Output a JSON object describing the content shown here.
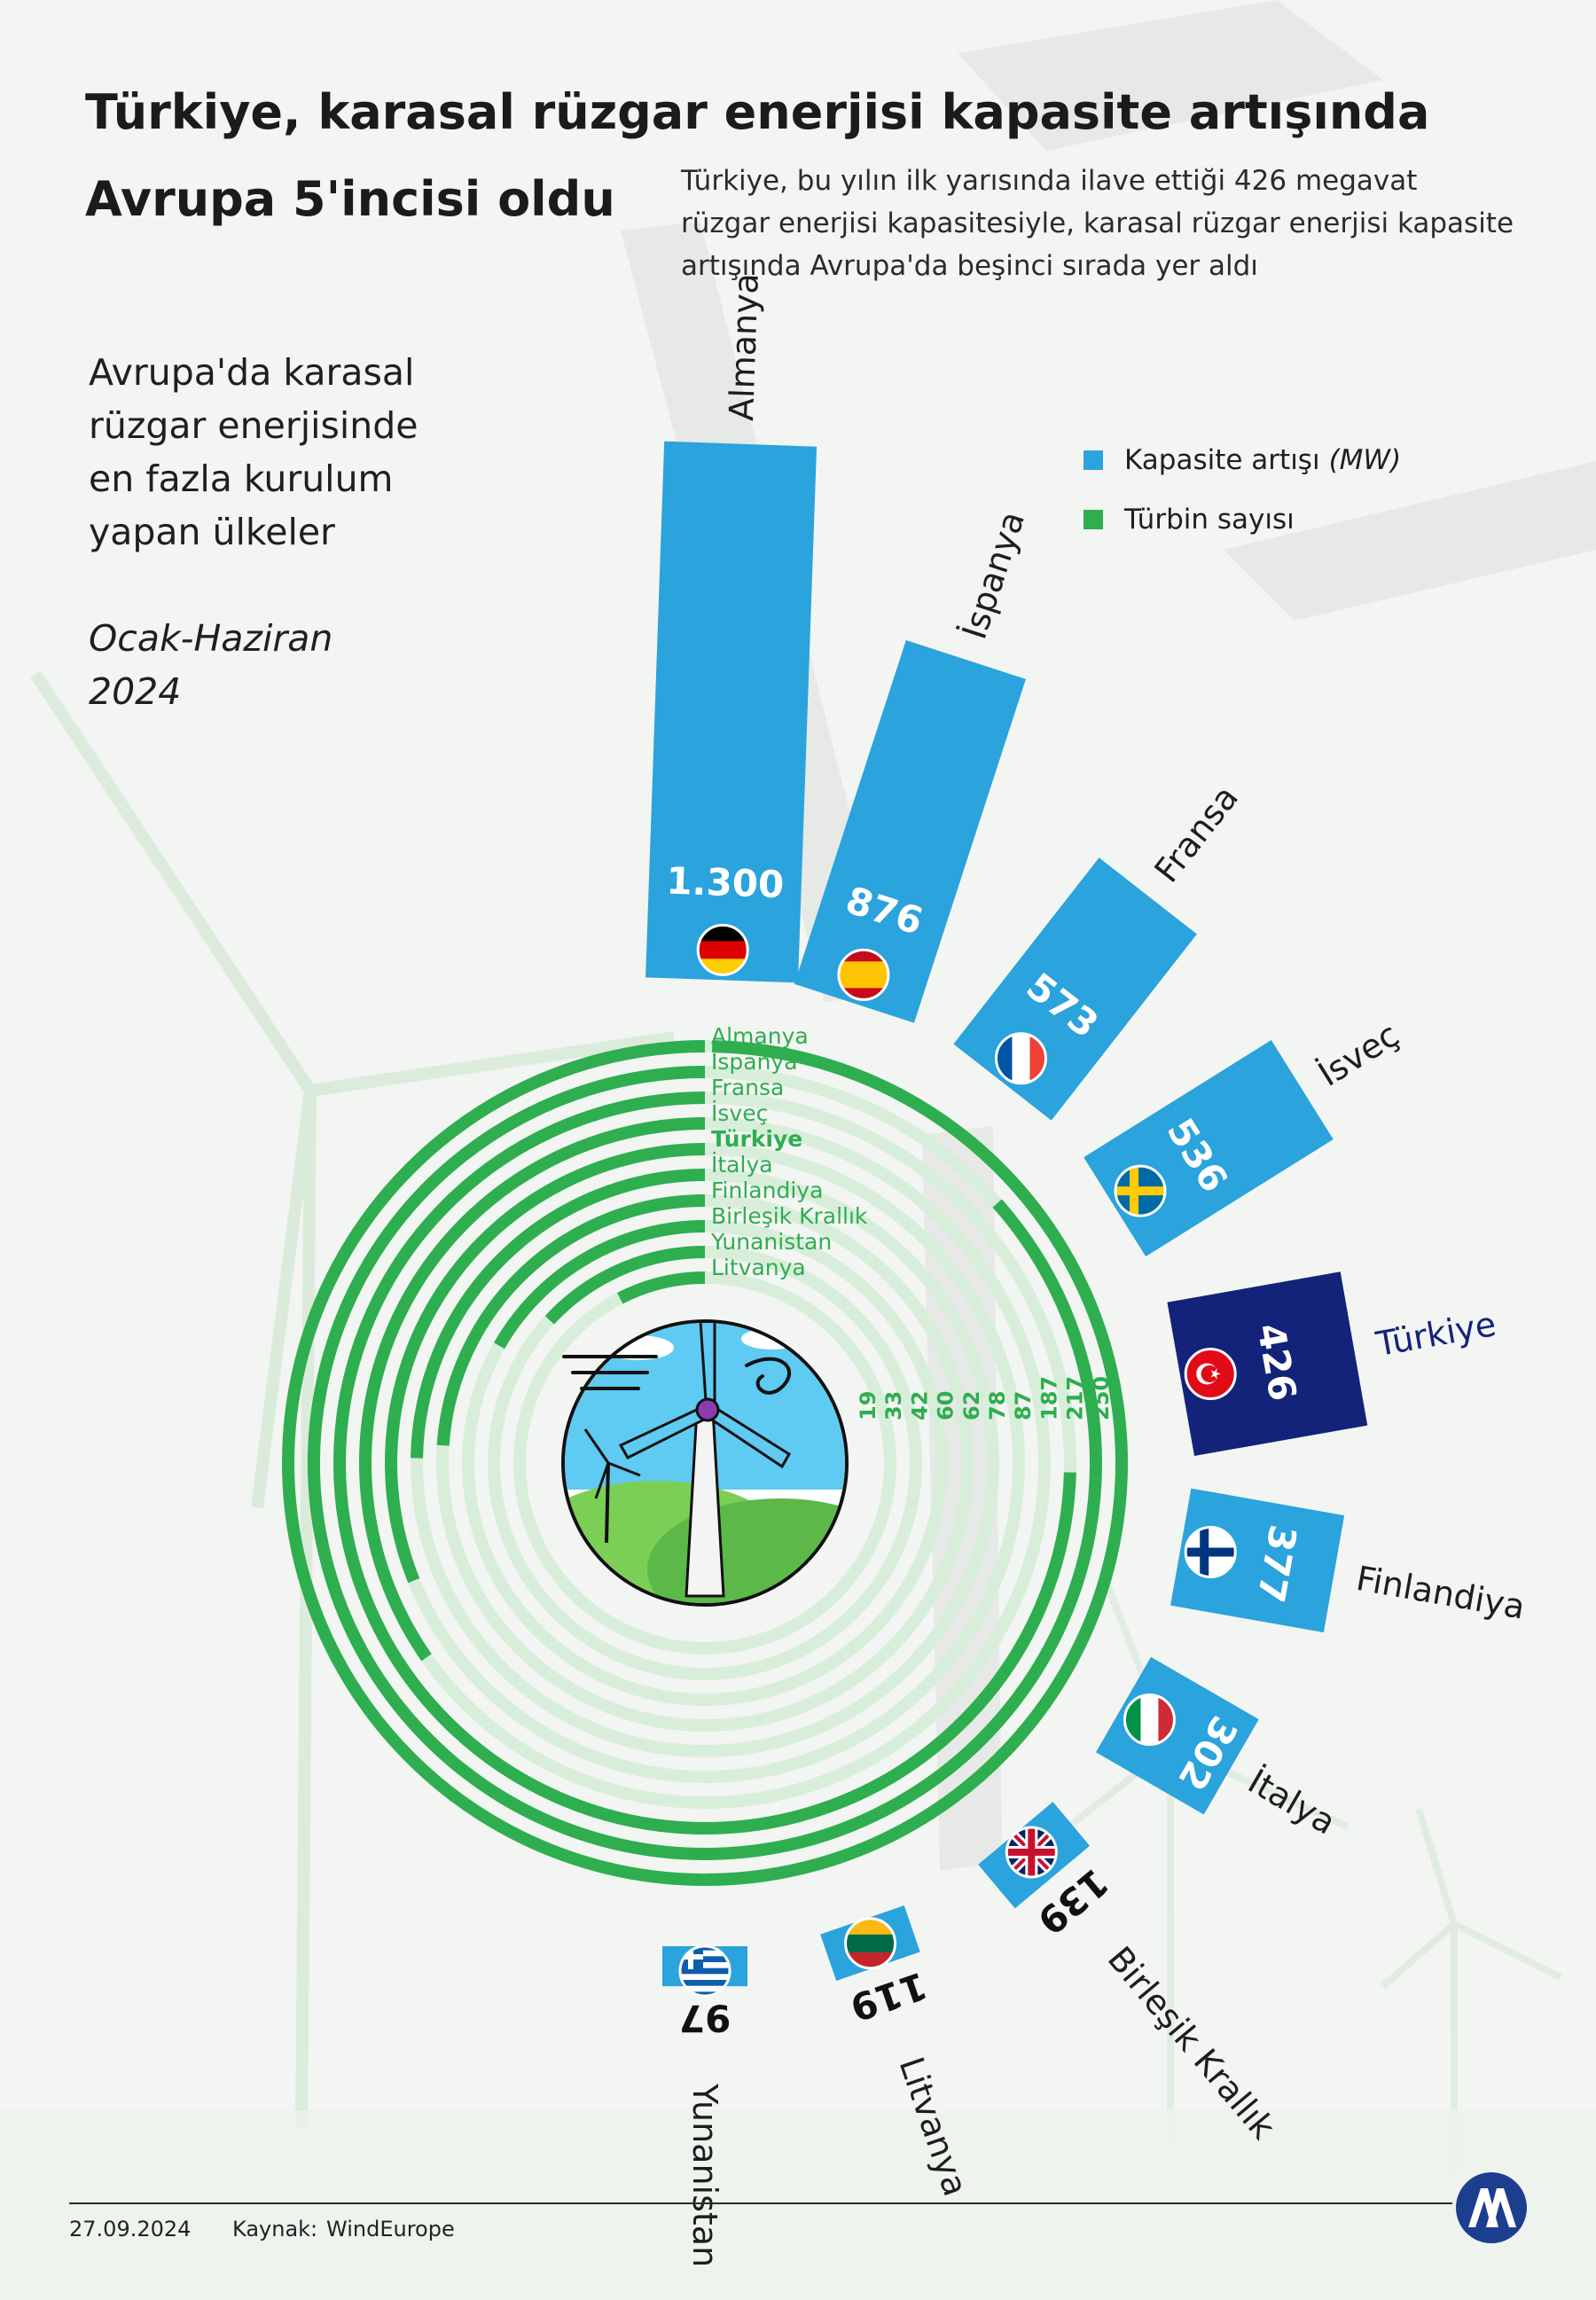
{
  "header": {
    "title": "Türkiye, karasal rüzgar enerjisi kapasite artışında Avrupa 5'incisi oldu",
    "subtitle": "Türkiye, bu yılın ilk yarısında ilave ettiği 426 megavat rüzgar enerjisi kapasitesiyle, karasal rüzgar enerjisi kapasite artışında Avrupa'da beşinci sırada yer aldı"
  },
  "side": {
    "heading": "Avrupa'da karasal rüzgar enerjisinde en fazla kurulum yapan ülkeler",
    "period": "Ocak-Haziran 2024"
  },
  "legend": {
    "capacity_label": "Kapasite artışı",
    "capacity_unit": "(MW)",
    "turbine_label": "Türbin sayısı"
  },
  "colors": {
    "capacity": "#2ba3dc",
    "highlight": "#13237a",
    "turbine": "#2eae4f",
    "turbine_track": "#d8eedb",
    "highlight_label": "#13237a"
  },
  "chart_data": [
    {
      "type": "bar",
      "layout": "radial",
      "series_name": "Kapasite artışı (MW)",
      "highlight": "Türkiye",
      "categories": [
        "Almanya",
        "İspanya",
        "Fransa",
        "İsveç",
        "Türkiye",
        "Finlandiya",
        "İtalya",
        "Birleşik Krallık",
        "Litvanya",
        "Yunanistan"
      ],
      "values": [
        1300,
        876,
        573,
        536,
        426,
        377,
        302,
        139,
        119,
        97
      ],
      "value_labels": [
        "1.300",
        "876",
        "573",
        "536",
        "426",
        "377",
        "302",
        "139",
        "119",
        "97"
      ],
      "flags": [
        "flag-germany",
        "flag-spain",
        "flag-france",
        "flag-sweden",
        "flag-turkey",
        "flag-finland",
        "flag-italy",
        "flag-uk",
        "flag-lithuania",
        "flag-greece"
      ]
    },
    {
      "type": "bar",
      "layout": "radial-rings",
      "series_name": "Türbin sayısı",
      "highlight": "Türkiye",
      "categories": [
        "Almanya",
        "İspanya",
        "Fransa",
        "İsveç",
        "Türkiye",
        "İtalya",
        "Finlandiya",
        "Birleşik Krallık",
        "Yunanistan",
        "Litvanya"
      ],
      "values": [
        250,
        217,
        187,
        87,
        78,
        62,
        60,
        42,
        33,
        19
      ]
    }
  ],
  "footer": {
    "date": "27.09.2024",
    "source_label": "Kaynak:",
    "source": "WindEurope",
    "logo_text": "AA"
  }
}
